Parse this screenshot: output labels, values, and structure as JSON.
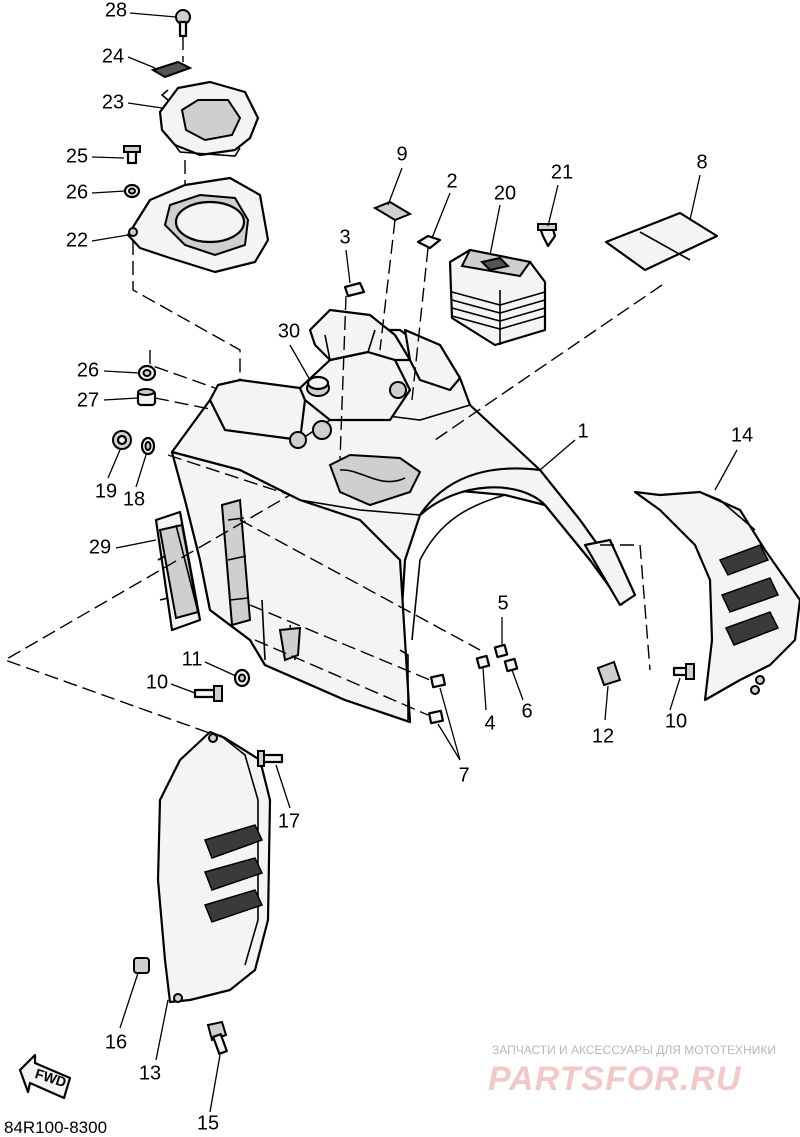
{
  "callouts": {
    "c28": "28",
    "c24": "24",
    "c23": "23",
    "c25": "25",
    "c26a": "26",
    "c22": "22",
    "c9": "9",
    "c2": "2",
    "c20": "20",
    "c21": "21",
    "c8": "8",
    "c3": "3",
    "c30": "30",
    "c26b": "26",
    "c27": "27",
    "c19": "19",
    "c18": "18",
    "c1": "1",
    "c14": "14",
    "c29": "29",
    "c5": "5",
    "c11": "11",
    "c10a": "10",
    "c4": "4",
    "c6": "6",
    "c12": "12",
    "c10b": "10",
    "c7": "7",
    "c17": "17",
    "c16": "16",
    "c13": "13",
    "c15": "15"
  },
  "diagram_code": "84R100-8300",
  "fwd_label": "FWD",
  "watermark": {
    "line1": "ЗАПЧАСТИ И АКСЕССУАРЫ ДЛЯ МОТОТЕХНИКИ",
    "line2": "PARTSFOR.RU"
  }
}
